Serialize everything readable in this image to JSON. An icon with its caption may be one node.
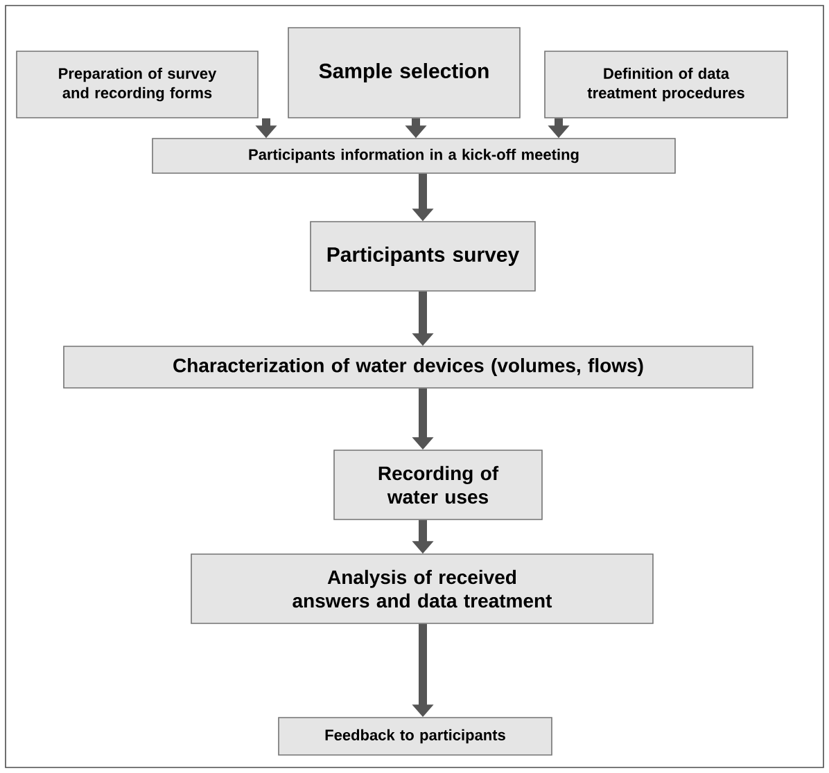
{
  "diagram": {
    "nodes": [
      {
        "text": [
          "Preparation of survey and recording forms"
        ]
      },
      {
        "text": [
          "Sample selection"
        ]
      },
      {
        "text": [
          "Definition of data treatment procedures"
        ]
      },
      {
        "text": [
          "Participants information in a kick-off meeting"
        ]
      },
      {
        "text": [
          "Participants survey"
        ]
      },
      {
        "text": [
          "Characterization of water devices (volumes, flows)"
        ]
      },
      {
        "text": [
          "Recording of water uses"
        ]
      },
      {
        "text": [
          "Analysis of received answers and data treatment"
        ]
      },
      {
        "text": [
          "Feedback to participants"
        ]
      }
    ],
    "edges": [
      {
        "from": 0,
        "to": 3,
        "arrow": "to"
      },
      {
        "from": 1,
        "to": 3,
        "arrow": "to"
      },
      {
        "from": 2,
        "to": 3,
        "arrow": "to"
      },
      {
        "from": 3,
        "to": 4,
        "arrow": "to"
      },
      {
        "from": 4,
        "to": 5,
        "arrow": "to"
      },
      {
        "from": 5,
        "to": 6,
        "arrow": "to"
      },
      {
        "from": 6,
        "to": 7,
        "arrow": "to"
      },
      {
        "from": 7,
        "to": 8,
        "arrow": "to"
      }
    ]
  }
}
